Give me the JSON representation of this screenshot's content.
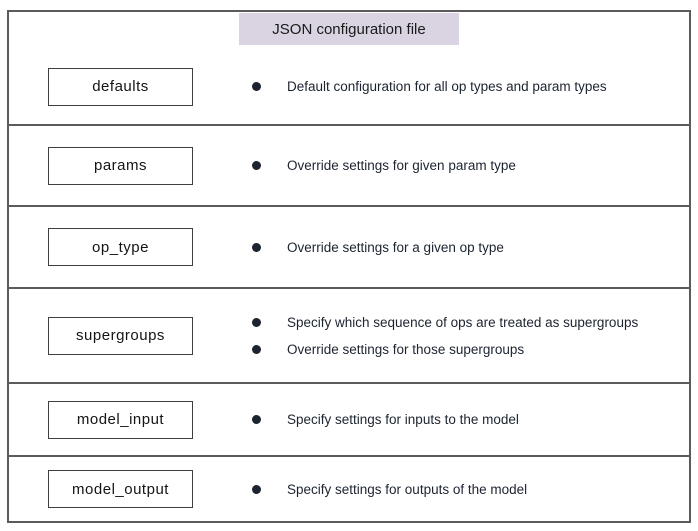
{
  "title": "JSON configuration file",
  "colors": {
    "header_bg": "#d9d3e2",
    "frame_border": "#5b5b5b",
    "bullet_text": "#1c2430"
  },
  "sections": [
    {
      "label": "defaults",
      "bullets": [
        "Default configuration for all op types and param types"
      ]
    },
    {
      "label": "params",
      "bullets": [
        "Override settings for given param type"
      ]
    },
    {
      "label": "op_type",
      "bullets": [
        "Override settings for a given op type"
      ]
    },
    {
      "label": "supergroups",
      "bullets": [
        "Specify which sequence of ops are treated as supergroups",
        "Override settings for those supergroups"
      ]
    },
    {
      "label": "model_input",
      "bullets": [
        "Specify settings for inputs to the model"
      ]
    },
    {
      "label": "model_output",
      "bullets": [
        "Specify settings for outputs of the model"
      ]
    }
  ]
}
